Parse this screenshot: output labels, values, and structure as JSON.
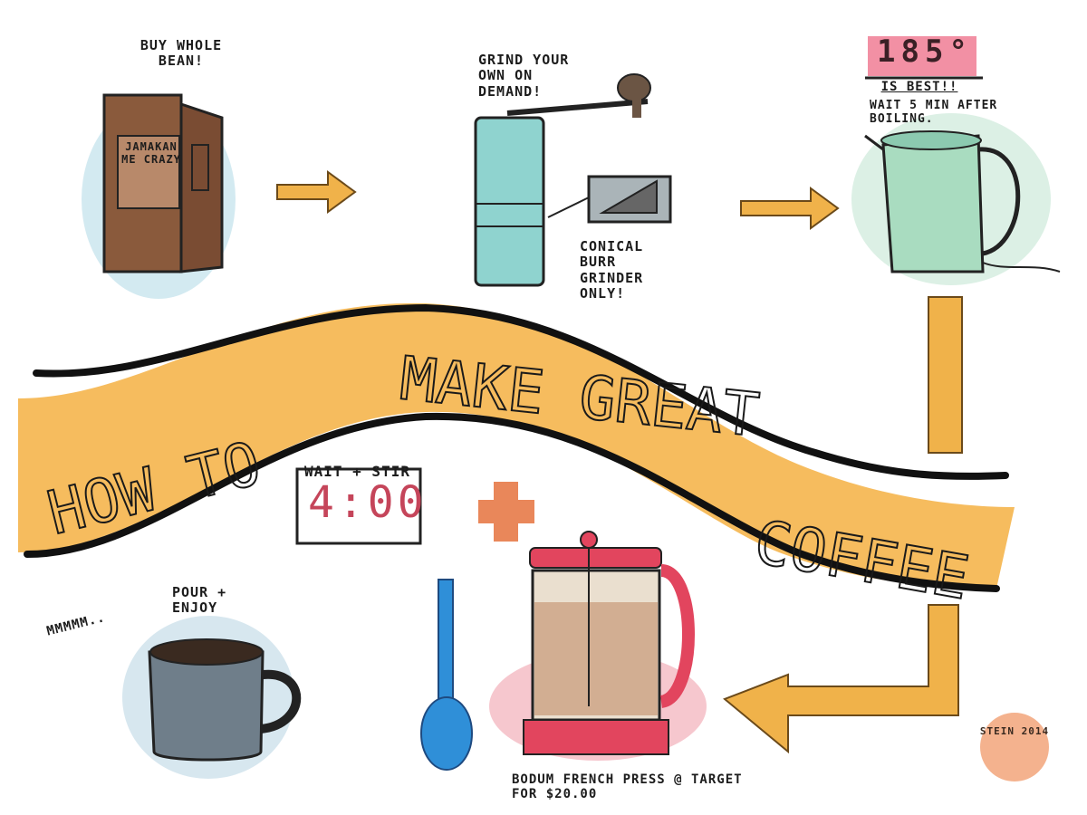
{
  "title": "HOW TO MAKE GREAT COFFEE",
  "steps": {
    "buy": {
      "label": "BUY WHOLE BEAN!",
      "bag_text": "JAMAKAN ME CRAZY"
    },
    "grind": {
      "label": "GRIND YOUR OWN ON DEMAND!",
      "note": "CONICAL BURR GRINDER ONLY!"
    },
    "water": {
      "temperature": "185°",
      "temp_note": "IS BEST!!",
      "wait_note": "WAIT 5 MIN AFTER BOILING."
    },
    "steep": {
      "label": "WAIT + STIR",
      "timer": "4:00"
    },
    "press": {
      "label": "BODUM FRENCH PRESS @ TARGET FOR $20.00"
    },
    "enjoy": {
      "exclaim": "MMMMM..",
      "label": "POUR + ENJOY"
    }
  },
  "signature": "STEIN 2014",
  "colors": {
    "banner": "#f4b042",
    "bag": "#8a5a3c",
    "grinder": "#8fd3cf",
    "kettle": "#a9dcc0",
    "press": "#e2455e",
    "spoon": "#2f8fd8",
    "mug": "#6f7e8a",
    "arrow": "#f0b24a",
    "temp_highlight": "#ee6b86",
    "plus": "#e9875a"
  }
}
